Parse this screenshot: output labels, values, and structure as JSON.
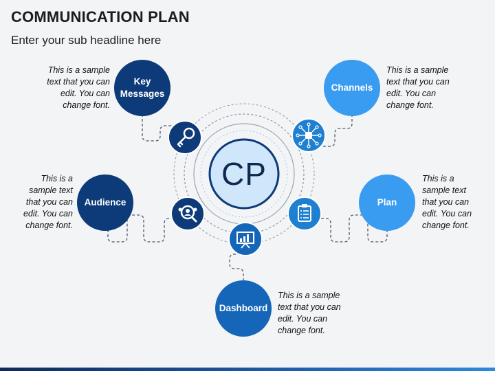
{
  "title": "COMMUNICATION PLAN",
  "subtitle": "Enter your sub headline here",
  "center": {
    "label": "CP"
  },
  "nodes": {
    "key_messages": {
      "label": "Key\nMessages",
      "text": "This is a sample text that you can edit. You can change font.",
      "icon": "key-icon"
    },
    "channels": {
      "label": "Channels",
      "text": "This is a sample text that you can edit. You can change font.",
      "icon": "network-icon"
    },
    "audience": {
      "label": "Audience",
      "text": "This is a sample text that you can edit. You can change font.",
      "icon": "audience-search-icon"
    },
    "plan": {
      "label": "Plan",
      "text": "This is a sample text that you can edit. You can change font.",
      "icon": "checklist-icon"
    },
    "dashboard": {
      "label": "Dashboard",
      "text": "This is a sample text that you can edit. You can change font.",
      "icon": "presentation-chart-icon"
    }
  },
  "colors": {
    "dark_blue": "#0d3a78",
    "mid_blue": "#1566b8",
    "light_blue": "#3a9cf0",
    "center_fill": "#cfe6fb",
    "center_text": "#0d2b4e",
    "connector": "#4a5a6a"
  }
}
